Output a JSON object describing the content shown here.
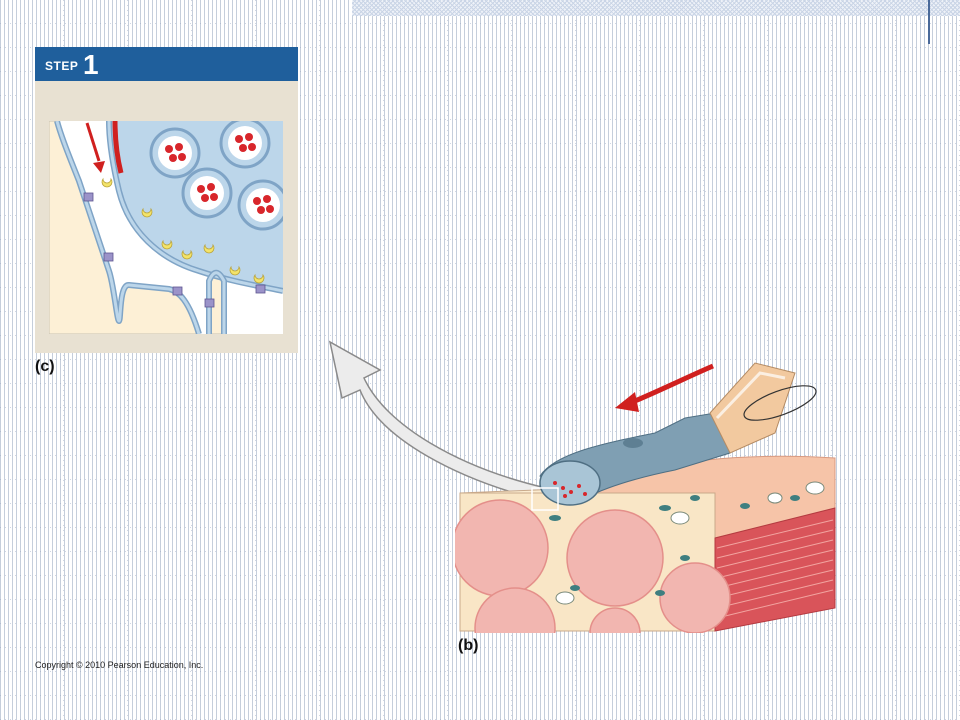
{
  "step_panel": {
    "step_word": "STEP",
    "step_number": "1"
  },
  "labels": {
    "panel_c": "(c)",
    "panel_b": "(b)"
  },
  "copyright": "Copyright © 2010 Pearson Education, Inc.",
  "colors": {
    "step_header": "#1f5f9c",
    "membrane": "#8fb3d3",
    "vesicle_dot": "#d8262b",
    "arrow_red": "#d0201f",
    "muscle": "#f0b9a3",
    "nerve": "#7f9fb3"
  }
}
